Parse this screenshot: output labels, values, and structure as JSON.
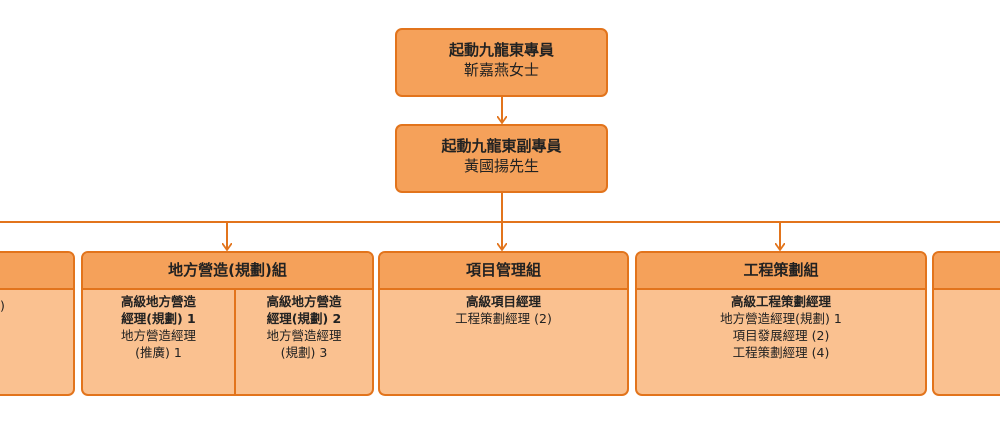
{
  "top": {
    "title": "起動九龍東專員",
    "name": "靳嘉燕女士"
  },
  "deputy": {
    "title": "起動九龍東副專員",
    "name": "黃國揚先生"
  },
  "left_partial": {
    "fragment": ")"
  },
  "groups": [
    {
      "title": "地方營造(規劃)組",
      "columns": [
        {
          "lead_lines": [
            "高級地方營造",
            "經理(規劃) 1"
          ],
          "staff_lines": [
            "地方營造經理",
            "(推廣) 1"
          ]
        },
        {
          "lead_lines": [
            "高級地方營造",
            "經理(規劃) 2"
          ],
          "staff_lines": [
            "地方營造經理",
            "(規劃) 3"
          ]
        }
      ]
    },
    {
      "title": "項目管理組",
      "columns": [
        {
          "lead_lines": [
            "高級項目經理"
          ],
          "staff_lines": [
            "工程策劃經理 (2)"
          ]
        }
      ]
    },
    {
      "title": "工程策劃組",
      "columns": [
        {
          "lead_lines": [
            "高級工程策劃經理"
          ],
          "staff_lines": [
            "地方營造經理(規劃) 1",
            "項目發展經理 (2)",
            "工程策劃經理 (4)"
          ]
        }
      ]
    }
  ],
  "colors": {
    "border": "#E2741C",
    "header_fill": "#F5A15A",
    "body_fill": "#FAC190",
    "connector": "#E2741C"
  }
}
